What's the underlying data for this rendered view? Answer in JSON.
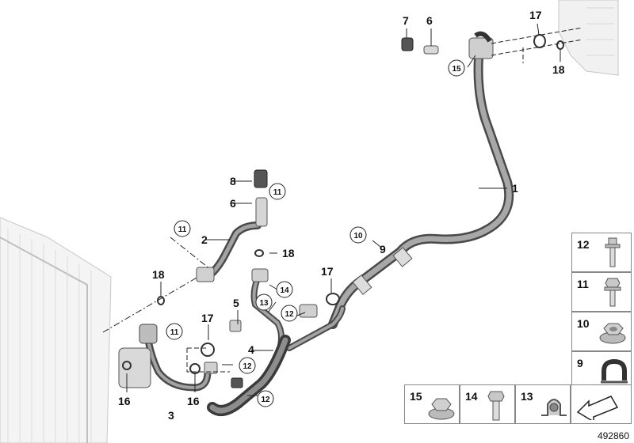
{
  "diagram": {
    "number": "492860",
    "callouts": [
      {
        "id": "c1",
        "text": "1"
      },
      {
        "id": "c2",
        "text": "2"
      },
      {
        "id": "c3",
        "text": "3"
      },
      {
        "id": "c4",
        "text": "4"
      },
      {
        "id": "c5",
        "text": "5"
      },
      {
        "id": "c6a",
        "text": "6"
      },
      {
        "id": "c6b",
        "text": "6"
      },
      {
        "id": "c7",
        "text": "7"
      },
      {
        "id": "c8",
        "text": "8"
      },
      {
        "id": "c9",
        "text": "9"
      },
      {
        "id": "c16a",
        "text": "16"
      },
      {
        "id": "c16b",
        "text": "16"
      },
      {
        "id": "c17a",
        "text": "17"
      },
      {
        "id": "c17b",
        "text": "17"
      },
      {
        "id": "c17c",
        "text": "17"
      },
      {
        "id": "c18a",
        "text": "18"
      },
      {
        "id": "c18b",
        "text": "18"
      },
      {
        "id": "c18c",
        "text": "18"
      }
    ],
    "circled": [
      {
        "id": "k10",
        "text": "10"
      },
      {
        "id": "k11a",
        "text": "11"
      },
      {
        "id": "k11b",
        "text": "11"
      },
      {
        "id": "k11c",
        "text": "11"
      },
      {
        "id": "k12a",
        "text": "12"
      },
      {
        "id": "k12b",
        "text": "12"
      },
      {
        "id": "k12c",
        "text": "12"
      },
      {
        "id": "k13",
        "text": "13"
      },
      {
        "id": "k14",
        "text": "14"
      },
      {
        "id": "k15",
        "text": "15"
      }
    ]
  },
  "legend": {
    "items": [
      {
        "id": "l12",
        "label": "12",
        "icon": "bolt-flange-icon"
      },
      {
        "id": "l11",
        "label": "11",
        "icon": "hex-flange-bolt-icon"
      },
      {
        "id": "l10",
        "label": "10",
        "icon": "hex-flange-nut-icon"
      },
      {
        "id": "l9",
        "label": "9",
        "icon": "rubber-clamp-icon"
      },
      {
        "id": "l15",
        "label": "15",
        "icon": "hex-nut-icon"
      },
      {
        "id": "l14",
        "label": "14",
        "icon": "hex-bolt-icon"
      },
      {
        "id": "l13",
        "label": "13",
        "icon": "pipe-clamp-icon"
      },
      {
        "id": "lfront",
        "label": "",
        "icon": "front-arrow-icon"
      }
    ]
  }
}
